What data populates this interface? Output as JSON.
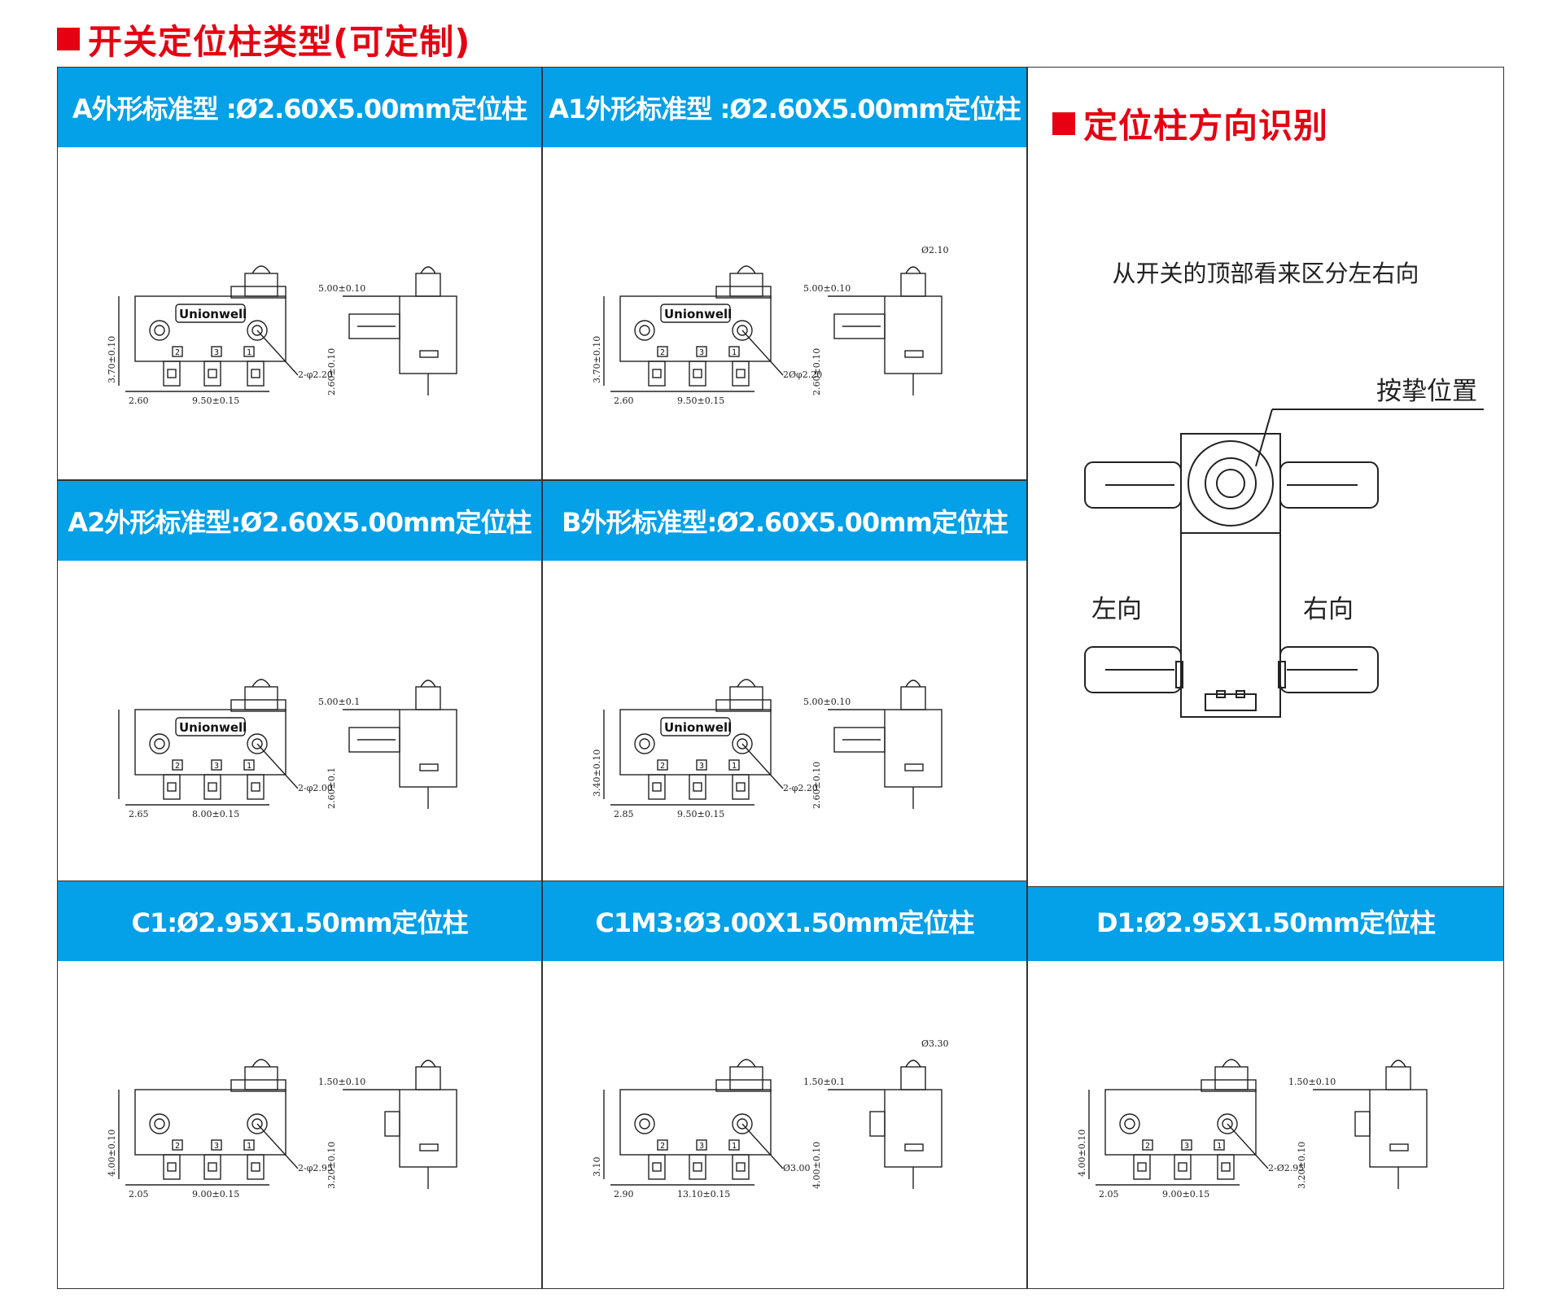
{
  "page": {
    "title": "开关定位柱类型(可定制)",
    "accent_red": "#e60012",
    "header_blue": "#04a0e8"
  },
  "cells": [
    {
      "title": "A外形标准型 :Ø2.60X5.00mm定位柱",
      "brand": "Unionwell",
      "pins": [
        "2",
        "3",
        "1"
      ],
      "dims": {
        "width": "9.50±0.15",
        "offset": "2.60",
        "height": "3.70±0.10",
        "hole": "2-φ2.20",
        "post_len": "5.00±0.10",
        "post_h": "2.60±0.10"
      }
    },
    {
      "title": "A1外形标准型 :Ø2.60X5.00mm定位柱",
      "brand": "Unionwell",
      "pins": [
        "2",
        "3",
        "1"
      ],
      "dims": {
        "width": "9.50±0.15",
        "offset": "2.60",
        "height": "3.70±0.10",
        "hole": "2Øφ2.20",
        "post_len": "5.00±0.10",
        "post_h": "2.60±0.10",
        "top": "Ø2.10"
      }
    },
    {
      "title": "A2外形标准型:Ø2.60X5.00mm定位柱",
      "brand": "Unionwell",
      "pins": [
        "2",
        "3",
        "1"
      ],
      "dims": {
        "width": "8.00±0.15",
        "offset": "2.65",
        "height": "",
        "hole": "2-φ2.00",
        "post_len": "5.00±0.1",
        "post_h": "2.60±0.1"
      }
    },
    {
      "title": "B外形标准型:Ø2.60X5.00mm定位柱",
      "brand": "Unionwell",
      "pins": [
        "2",
        "3",
        "1"
      ],
      "dims": {
        "width": "9.50±0.15",
        "offset": "2.85",
        "height": "3.40±0.10",
        "hole": "2-φ2.20",
        "post_len": "5.00±0.10",
        "post_h": "2.60±0.10"
      }
    },
    {
      "title": "C1:Ø2.95X1.50mm定位柱",
      "brand": "",
      "pins": [
        "2",
        "3",
        "1"
      ],
      "dims": {
        "width": "9.00±0.15",
        "offset": "2.05",
        "height": "4.00±0.10",
        "hole": "2-φ2.95",
        "post_len": "1.50±0.10",
        "post_h": "3.20±0.10"
      }
    },
    {
      "title": "C1M3:Ø3.00X1.50mm定位柱",
      "brand": "",
      "pins": [
        "2",
        "3",
        "1"
      ],
      "dims": {
        "width": "13.10±0.15",
        "offset": "2.90",
        "height": "3.10",
        "hole": "Ø3.00",
        "post_len": "1.50±0.1",
        "post_h": "4.00±0.10",
        "top": "Ø3.30"
      }
    },
    {
      "title": "D1:Ø2.95X1.50mm定位柱",
      "brand": "",
      "pins": [
        "2",
        "3",
        "1"
      ],
      "dims": {
        "width": "9.00±0.15",
        "offset": "2.05",
        "height": "4.00±0.10",
        "hole": "2-Ø2.95",
        "post_len": "1.50±0.10",
        "post_h": "3.20±0.10"
      }
    }
  ],
  "orientation": {
    "title": "定位柱方向识别",
    "description": "从开关的顶部看来区分左右向",
    "actuator_label": "按挚位置",
    "left_label": "左向",
    "right_label": "右向"
  }
}
